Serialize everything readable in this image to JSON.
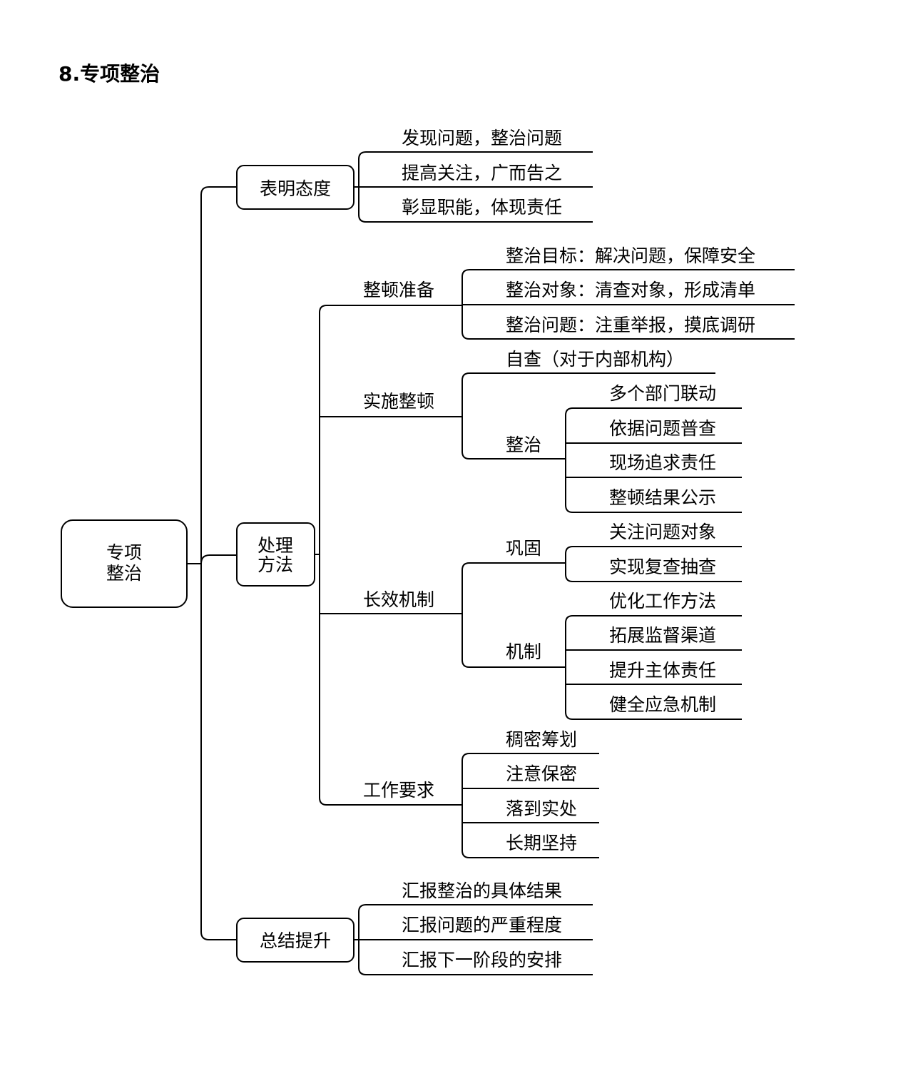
{
  "title": "8.专项整治",
  "root": {
    "label_lines": [
      "专项",
      "整治"
    ],
    "children": [
      {
        "label": "表明态度",
        "items": [
          "发现问题，整治问题",
          "提高关注，广而告之",
          "彰显职能，体现责任"
        ]
      },
      {
        "label_lines": [
          "处理",
          "方法"
        ],
        "children": [
          {
            "label": "整顿准备",
            "items": [
              "整治目标：解决问题，保障安全",
              "整治对象：清查对象，形成清单",
              "整治问题：注重举报，摸底调研"
            ]
          },
          {
            "label": "实施整顿",
            "items": [
              "自查（对于内部机构）"
            ],
            "sub": {
              "label": "整治",
              "items": [
                "多个部门联动",
                "依据问题普查",
                "现场追求责任",
                "整顿结果公示"
              ]
            }
          },
          {
            "label": "长效机制",
            "subs": [
              {
                "label": "巩固",
                "items": [
                  "关注问题对象",
                  "实现复查抽查"
                ]
              },
              {
                "label": "机制",
                "items": [
                  "优化工作方法",
                  "拓展监督渠道",
                  "提升主体责任",
                  "健全应急机制"
                ]
              }
            ]
          },
          {
            "label": "工作要求",
            "items": [
              "稠密筹划",
              "注意保密",
              "落到实处",
              "长期坚持"
            ]
          }
        ]
      },
      {
        "label": "总结提升",
        "items": [
          "汇报整治的具体结果",
          "汇报问题的严重程度",
          "汇报下一阶段的安排"
        ]
      }
    ]
  }
}
